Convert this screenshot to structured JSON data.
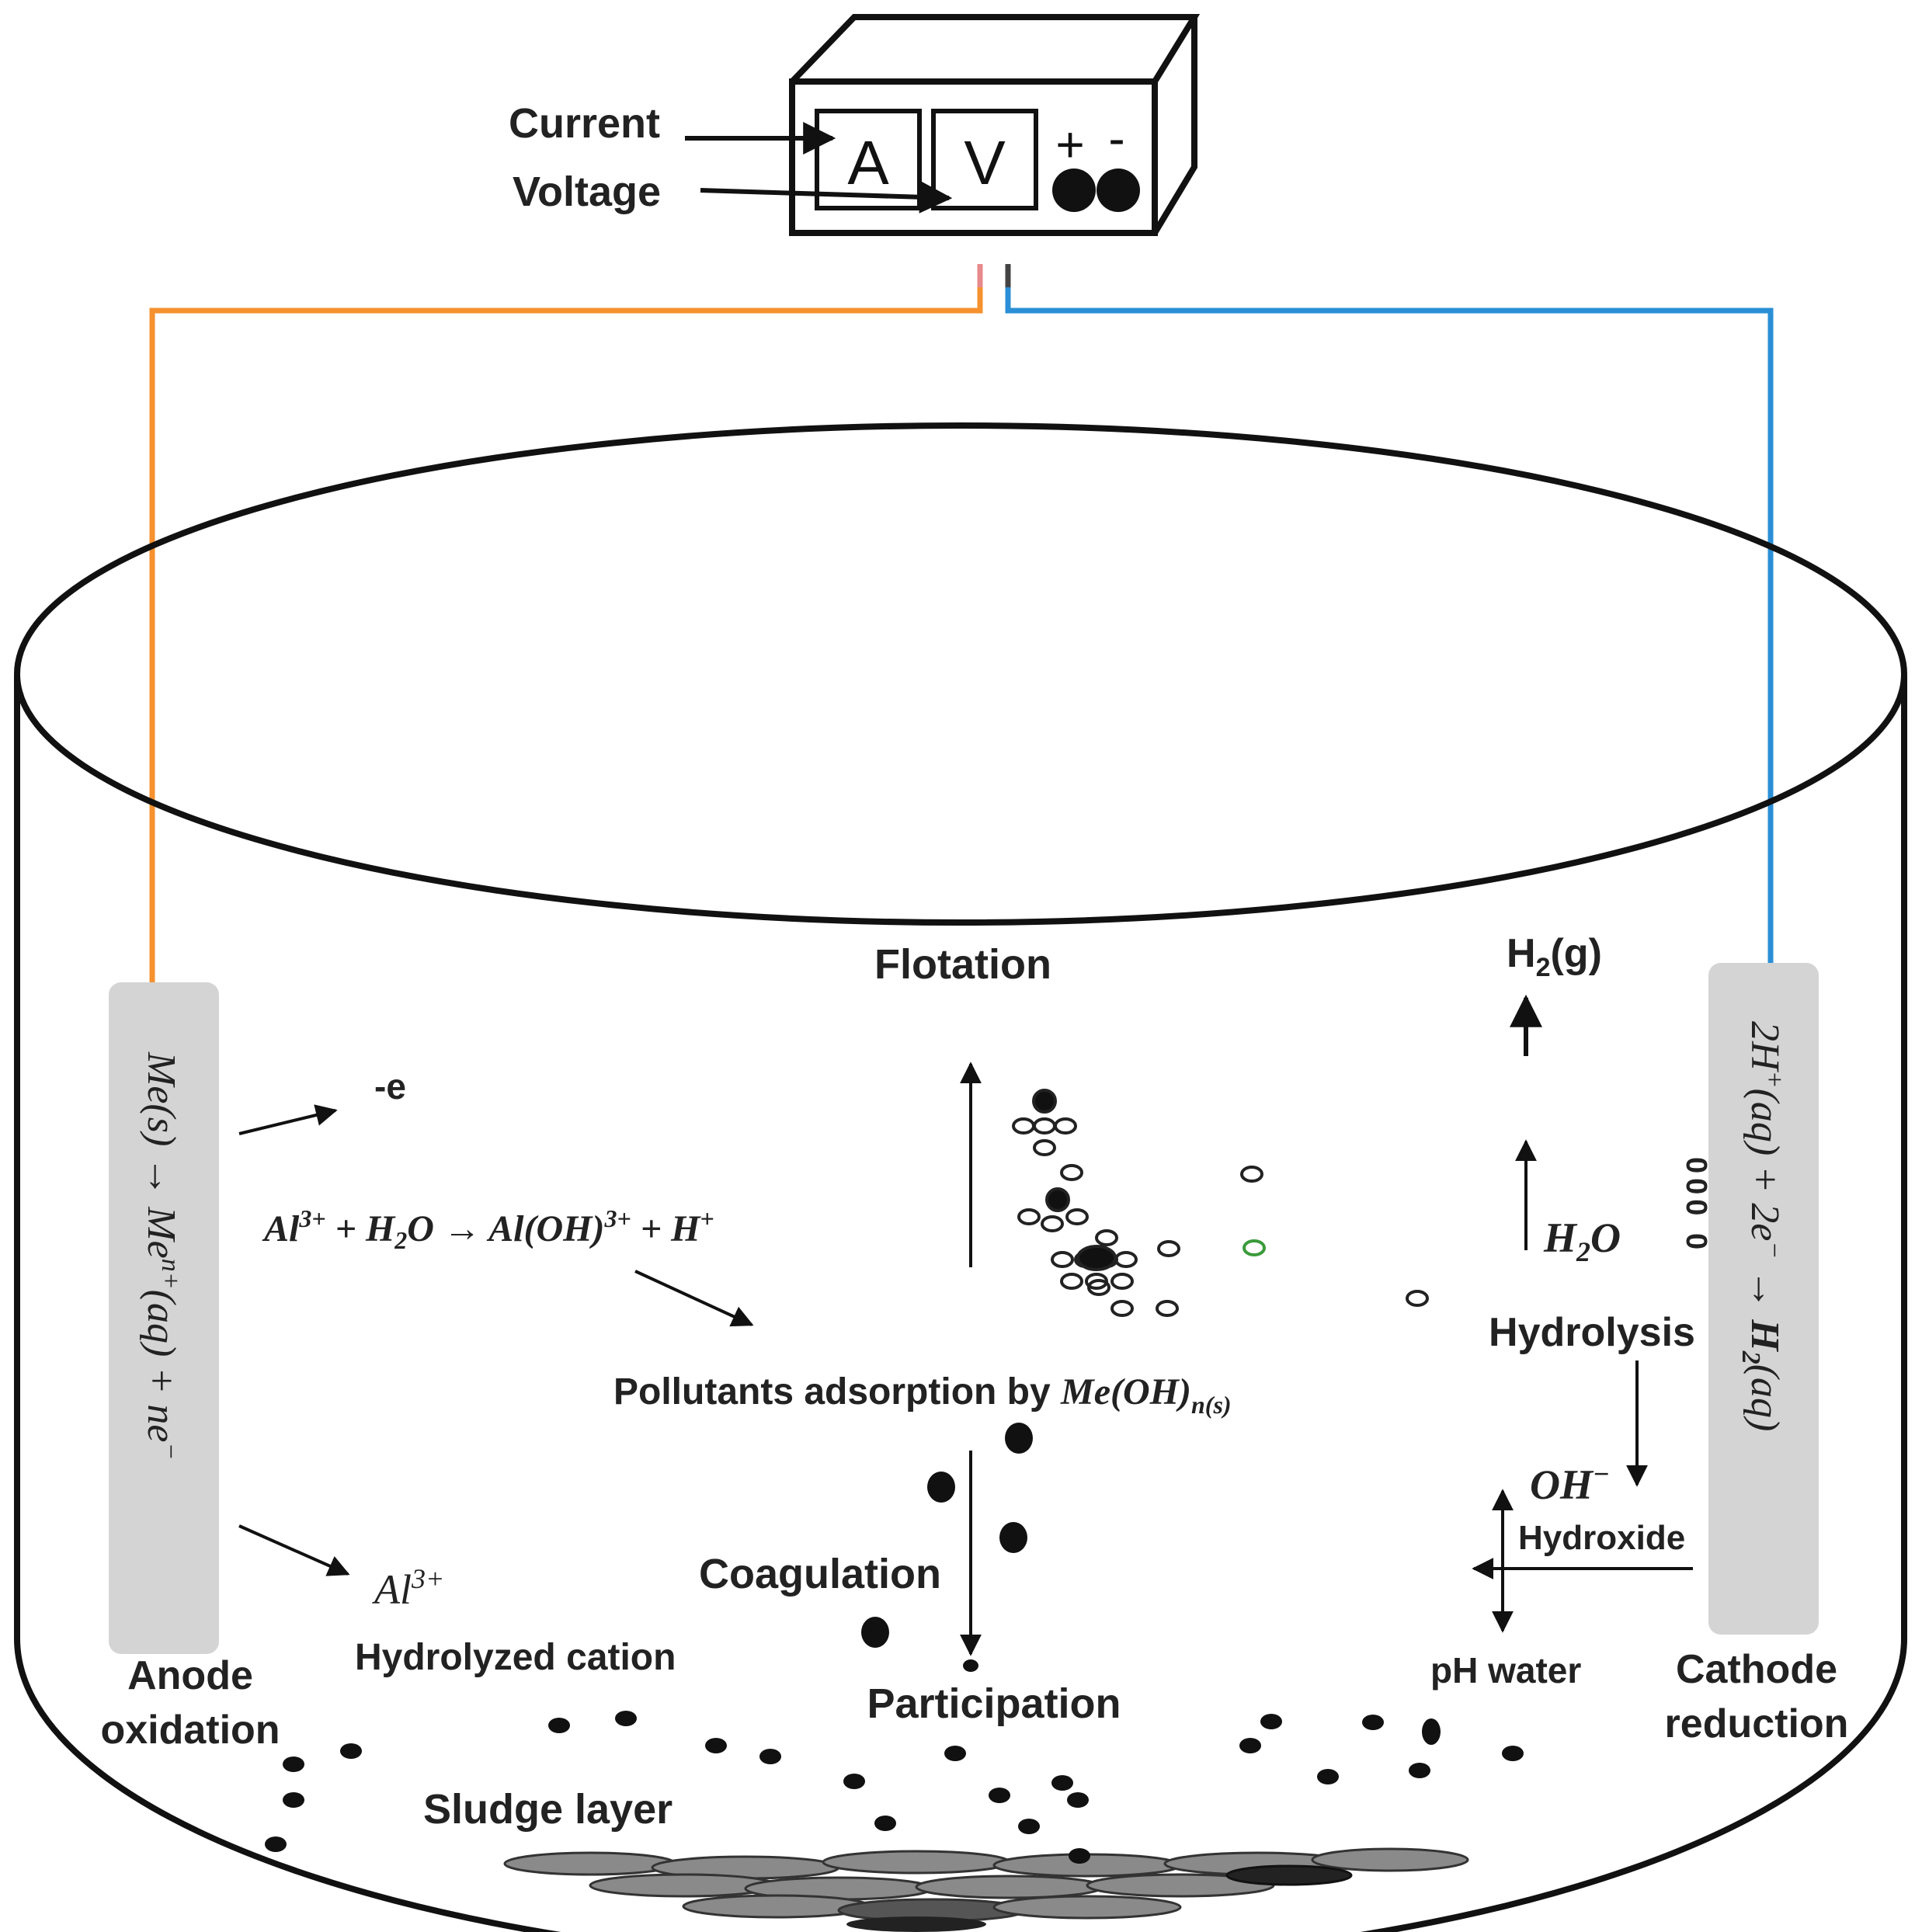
{
  "power_supply": {
    "current_label": "Current",
    "voltage_label": "Voltage",
    "ammeter": "A",
    "voltmeter": "V",
    "plus": "+",
    "minus": "-"
  },
  "anode": {
    "reaction_parts": [
      "Me",
      "(s) → ",
      "Me",
      "n+",
      "(aq) + ",
      "ne",
      "−"
    ],
    "label_line1": "Anode",
    "label_line2": "oxidation",
    "electron": "-e",
    "al_ion": "Al",
    "al_ion_charge": "3+",
    "hydrolyzed_cation": "Hydrolyzed cation"
  },
  "hydrolysis_equation": {
    "parts": [
      "Al",
      "3+",
      " + H",
      "2",
      "O  → Al(OH)",
      "3+",
      " + H",
      "+"
    ]
  },
  "center": {
    "flotation": "Flotation",
    "pollutants_adsorption": "Pollutants adsorption by ",
    "adsorbent_parts": [
      "Me(",
      "OH",
      ")",
      "n(s)"
    ],
    "coagulation": "Coagulation",
    "participation": "Participation",
    "sludge_layer": "Sludge layer"
  },
  "cathode": {
    "reaction_parts": [
      "2H",
      "+",
      "(aq) + 2e",
      "−",
      " → ",
      "H",
      "2",
      "(aq)"
    ],
    "label_line1": "Cathode",
    "label_line2": "reduction",
    "h2_gas_parts": [
      "H",
      "2",
      "(g)"
    ],
    "water_parts": [
      "H",
      "2",
      "O"
    ],
    "hydrolysis": "Hydrolysis",
    "hydroxide_ion_parts": [
      "OH",
      "−"
    ],
    "hydroxide": "Hydroxide",
    "ph_water": "pH water",
    "bubbles": "000 0"
  },
  "colors": {
    "anode_wire": "#f5912e",
    "cathode_wire": "#2a8fd6",
    "electrode_fill": "#d4d4d4",
    "outline": "#111111"
  }
}
